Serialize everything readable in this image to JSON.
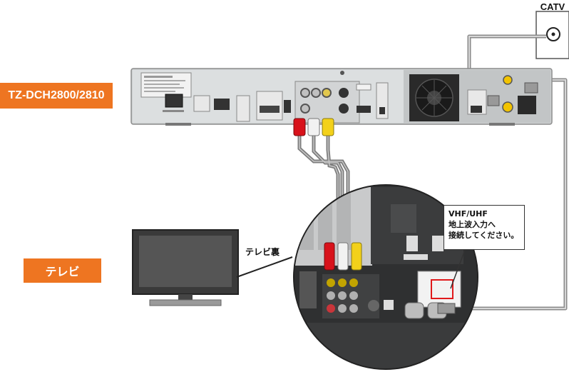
{
  "labels": {
    "catv": "CATV",
    "recorder_model": "TZ-DCH2800/2810",
    "tv": "テレビ",
    "tv_back": "テレビ裏",
    "callout_line1": "VHF/UHF",
    "callout_line2": "地上波入力へ",
    "callout_line3": "接続してください。"
  },
  "colors": {
    "label_bg": "#ee7521",
    "cable_red": "#d8121b",
    "cable_white": "#f2f2f2",
    "cable_yellow": "#f3d11a",
    "highlight_box": "#e0191b"
  },
  "icons": {
    "wall_outlet": "coax-wall-outlet-icon",
    "television": "tv-icon",
    "recorder": "cable-box-icon"
  }
}
